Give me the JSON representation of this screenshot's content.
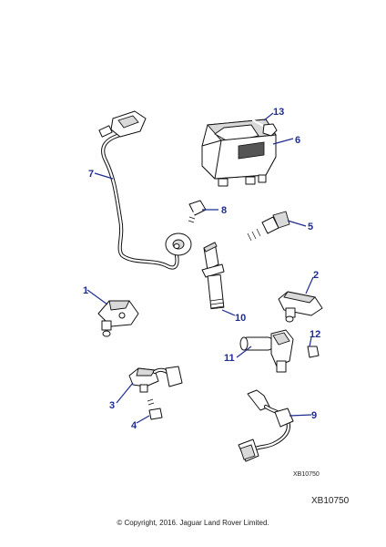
{
  "callouts": [
    "1",
    "2",
    "3",
    "4",
    "5",
    "6",
    "7",
    "8",
    "9",
    "10",
    "11",
    "12",
    "13"
  ],
  "reference_small": "XB10750",
  "reference_large": "XB10750",
  "copyright": "© Copyright, 2016. Jaguar Land Rover Limited."
}
